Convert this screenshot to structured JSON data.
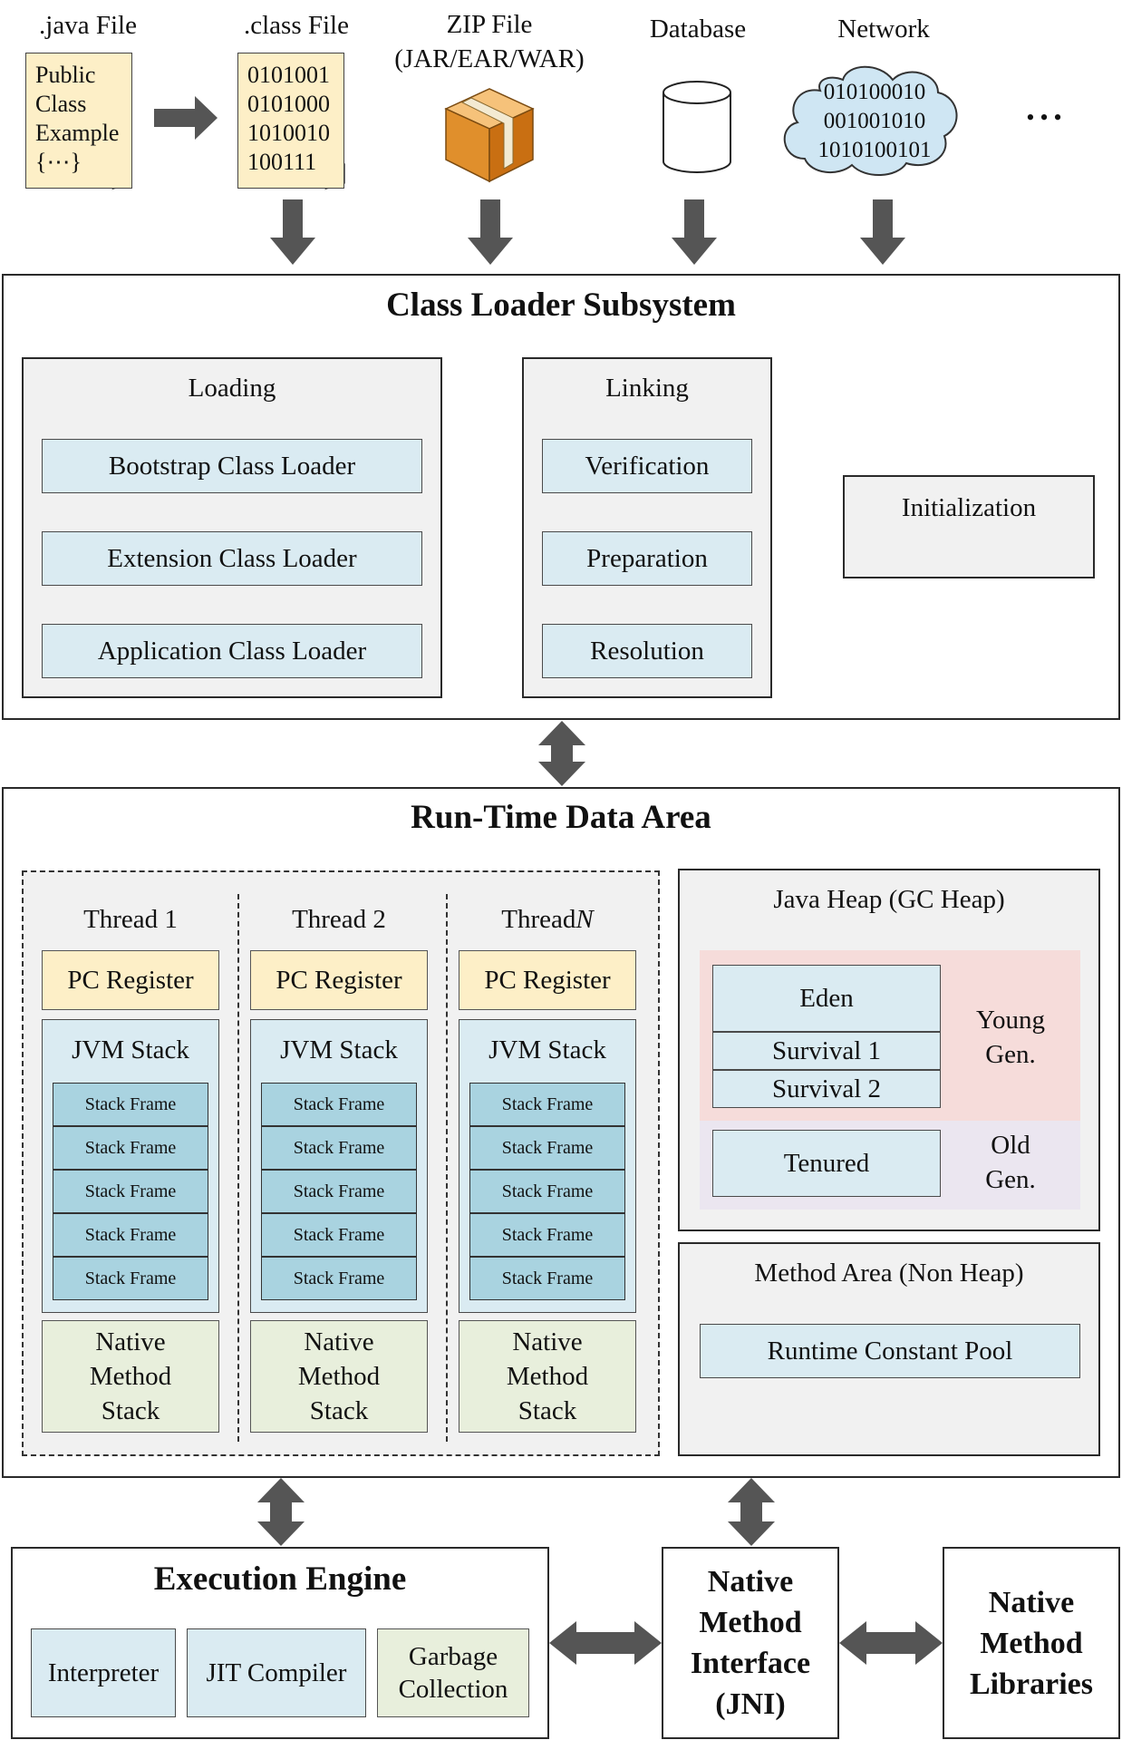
{
  "sources": {
    "java_file": {
      "label": ".java File",
      "lines": [
        "Public",
        "Class",
        "Example",
        "{⋯}"
      ]
    },
    "class_file": {
      "label": ".class File",
      "lines": [
        "0101001",
        "0101000",
        "1010010",
        "100111"
      ]
    },
    "zip_file": {
      "label": "ZIP File",
      "sublabel": "(JAR/EAR/WAR)"
    },
    "database": {
      "label": "Database"
    },
    "network": {
      "label": "Network",
      "lines": [
        "010100010",
        "001001010",
        "1010100101"
      ]
    },
    "more": "•••"
  },
  "class_loader": {
    "title": "Class Loader Subsystem",
    "loading": {
      "title": "Loading",
      "items": [
        "Bootstrap Class Loader",
        "Extension Class Loader",
        "Application Class Loader"
      ]
    },
    "linking": {
      "title": "Linking",
      "items": [
        "Verification",
        "Preparation",
        "Resolution"
      ]
    },
    "initialization": "Initialization"
  },
  "runtime": {
    "title": "Run-Time Data Area",
    "threads": [
      {
        "name": "Thread 1",
        "italic_suffix": ""
      },
      {
        "name": "Thread 2",
        "italic_suffix": ""
      },
      {
        "name": "Thread ",
        "italic_suffix": "N"
      }
    ],
    "pc_register": "PC Register",
    "jvm_stack": "JVM Stack",
    "stack_frame": "Stack Frame",
    "native_stack": [
      "Native",
      "Method",
      "Stack"
    ],
    "heap": {
      "title": "Java Heap (GC Heap)",
      "eden": "Eden",
      "survival1": "Survival 1",
      "survival2": "Survival 2",
      "young": [
        "Young",
        "Gen."
      ],
      "tenured": "Tenured",
      "old": [
        "Old",
        "Gen."
      ]
    },
    "method_area": {
      "title": "Method Area (Non Heap)",
      "pool": "Runtime Constant Pool"
    }
  },
  "execution": {
    "title": "Execution Engine",
    "interpreter": "Interpreter",
    "jit": "JIT Compiler",
    "gc": [
      "Garbage",
      "Collection"
    ]
  },
  "jni": [
    "Native",
    "Method",
    "Interface",
    "(JNI)"
  ],
  "libraries": [
    "Native",
    "Method",
    "Libraries"
  ],
  "colors": {
    "grey_arrow": "#555555",
    "blue_box": "#daebf2",
    "frame": "#a9d3e0",
    "yellow": "#fdefc7",
    "green": "#e8efdc",
    "young_bg": "#f6dcda",
    "old_bg": "#ebe6f0"
  }
}
